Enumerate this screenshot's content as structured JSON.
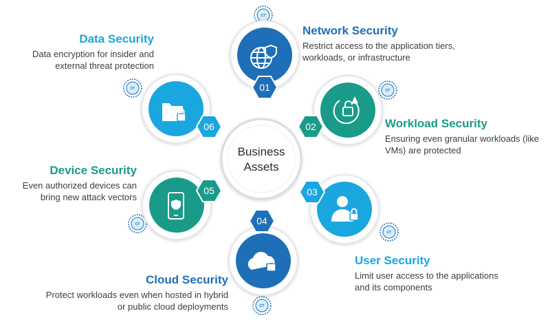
{
  "center": {
    "line1": "Business",
    "line2": "Assets"
  },
  "badge_text": "CT",
  "segments": [
    {
      "number": "01",
      "title": "Network Security",
      "description": "Restrict access to the application tiers, workloads, or infrastructure",
      "icon": "globe-shield-icon",
      "color": "#1e6fb7"
    },
    {
      "number": "02",
      "title": "Workload Security",
      "description": "Ensuring even granular workloads (like VMs) are protected",
      "icon": "unlock-cycle-icon",
      "color": "#1a9b8a"
    },
    {
      "number": "03",
      "title": "User Security",
      "description": "Limit user access to the applications and its components",
      "icon": "user-lock-icon",
      "color": "#1aa6df"
    },
    {
      "number": "04",
      "title": "Cloud Security",
      "description": "Protect workloads even when hosted in hybrid or public cloud deployments",
      "icon": "cloud-lock-icon",
      "color": "#1e6fb7"
    },
    {
      "number": "05",
      "title": "Device Security",
      "description": "Even authorized devices can bring new attack vectors",
      "icon": "mobile-shield-icon",
      "color": "#1a9b8a"
    },
    {
      "number": "06",
      "title": "Data Security",
      "description": "Data encryption for insider and external threat protection",
      "icon": "folder-lock-icon",
      "color": "#1aa6df"
    }
  ],
  "colors": {
    "dark_blue": "#1e6fb7",
    "teal": "#1a9b8a",
    "light_blue": "#1aa6df"
  }
}
